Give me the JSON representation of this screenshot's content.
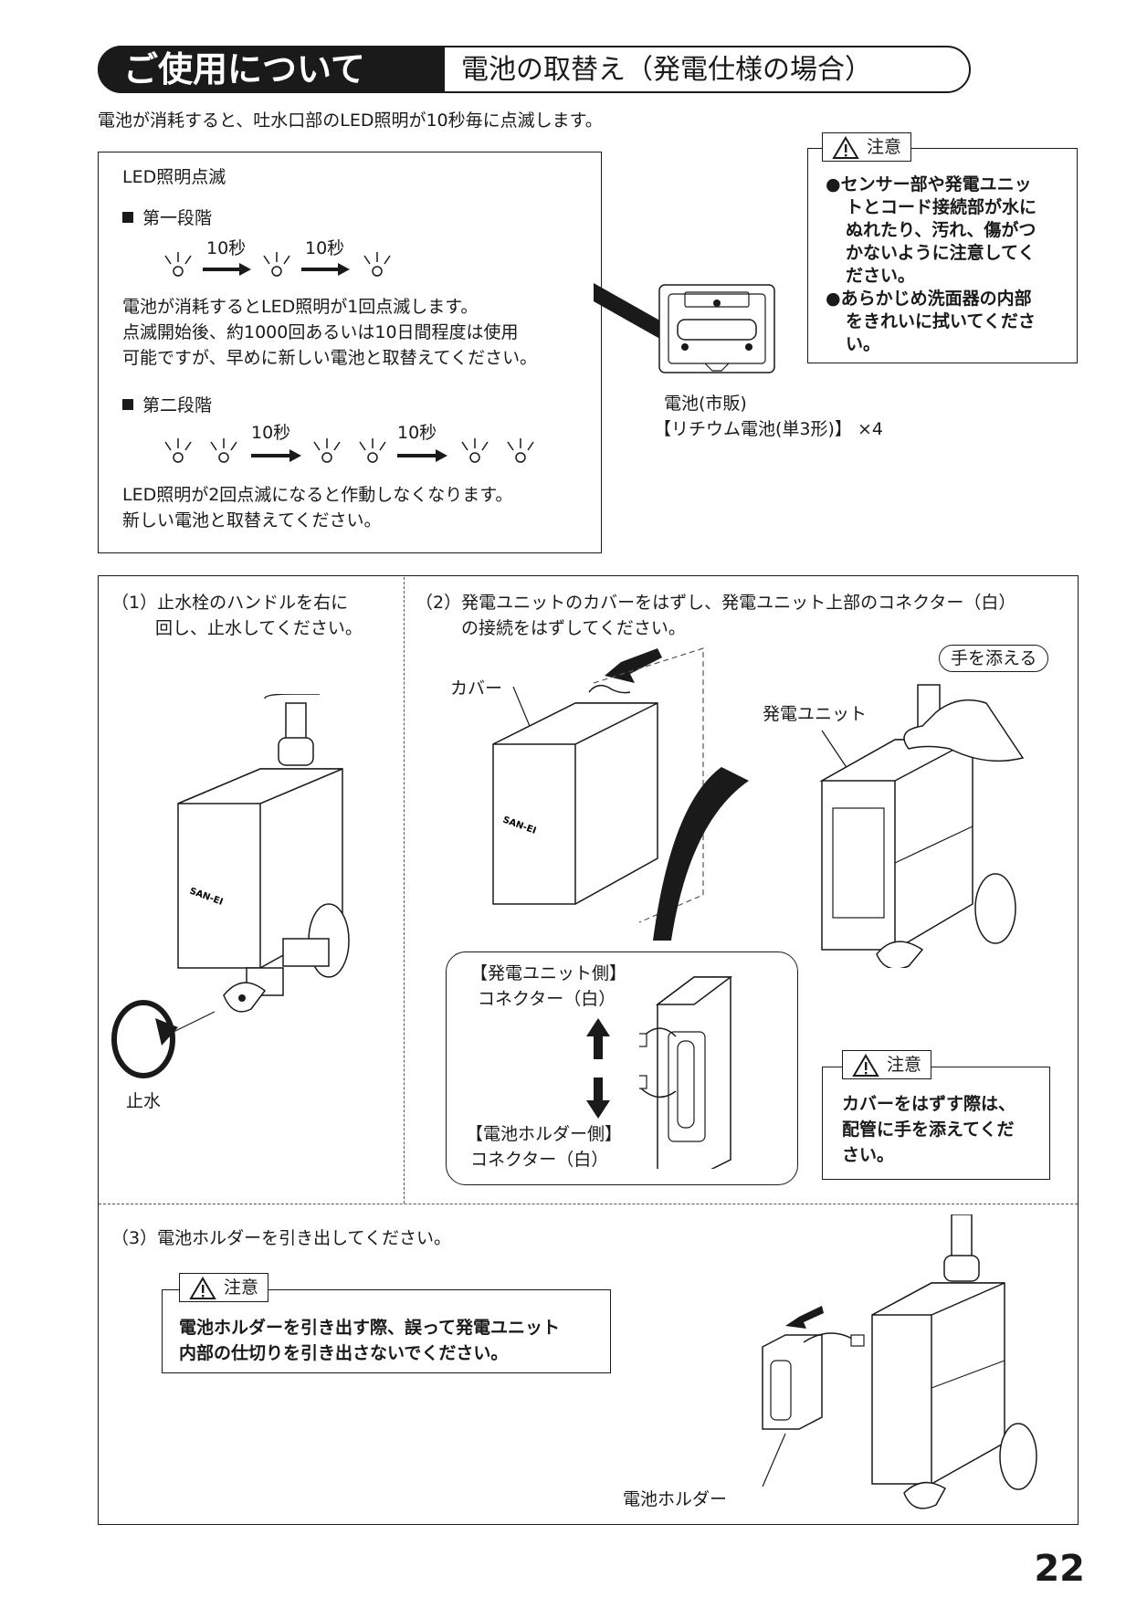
{
  "header": {
    "title": "ご使用について",
    "subtitle": "電池の取替え（発電仕様の場合）"
  },
  "intro": "電池が消耗すると、吐水口部のLED照明が10秒毎に点滅します。",
  "led_box": {
    "heading": "LED照明点滅",
    "stage1": {
      "label": "第一段階",
      "interval": "10秒",
      "text1": "電池が消耗するとLED照明が1回点滅します。",
      "text2": "点滅開始後、約1000回あるいは10日間程度は使用",
      "text3": "可能ですが、早めに新しい電池と取替えてください。"
    },
    "stage2": {
      "label": "第二段階",
      "interval": "10秒",
      "text1": "LED照明が2回点滅になると作動しなくなります。",
      "text2": "新しい電池と取替えてください。"
    }
  },
  "battery": {
    "line1": "電池(市販)",
    "line2": "【リチウム電池(単3形)】 ×4"
  },
  "caution_top": {
    "tag": "注意",
    "l1": "●センサー部や発電ユニッ",
    "l2": "トとコード接続部が水に",
    "l3": "ぬれたり、汚れ、傷がつ",
    "l4": "かないように注意してく",
    "l5": "ださい。",
    "l6": "●あらかじめ洗面器の内部",
    "l7": "をきれいに拭いてくださ",
    "l8": "い。"
  },
  "step1": {
    "l1": "（1）止水栓のハンドルを右に",
    "l2": "回し、止水してください。",
    "label": "止水",
    "brand": "SAN-EI"
  },
  "step2": {
    "l1": "（2）発電ユニットのカバーをはずし、発電ユニット上部のコネクター（白）",
    "l2": "の接続をはずしてください。",
    "cover_label": "カバー",
    "hand_label": "手を添える",
    "unit_label": "発電ユニット",
    "conn_top1": "【発電ユニット側】",
    "conn_top2": "コネクター（白）",
    "conn_bot1": "【電池ホルダー側】",
    "conn_bot2": "コネクター（白）",
    "brand": "SAN-EI",
    "caution": {
      "tag": "注意",
      "l1": "カバーをはずす際は、",
      "l2": "配管に手を添えてくだ",
      "l3": "さい。"
    }
  },
  "step3": {
    "l1": "（3）電池ホルダーを引き出してください。",
    "holder_label": "電池ホルダー",
    "caution": {
      "tag": "注意",
      "l1": "電池ホルダーを引き出す際、誤って発電ユニット",
      "l2": "内部の仕切りを引き出さないでください。"
    }
  },
  "page_number": "22"
}
